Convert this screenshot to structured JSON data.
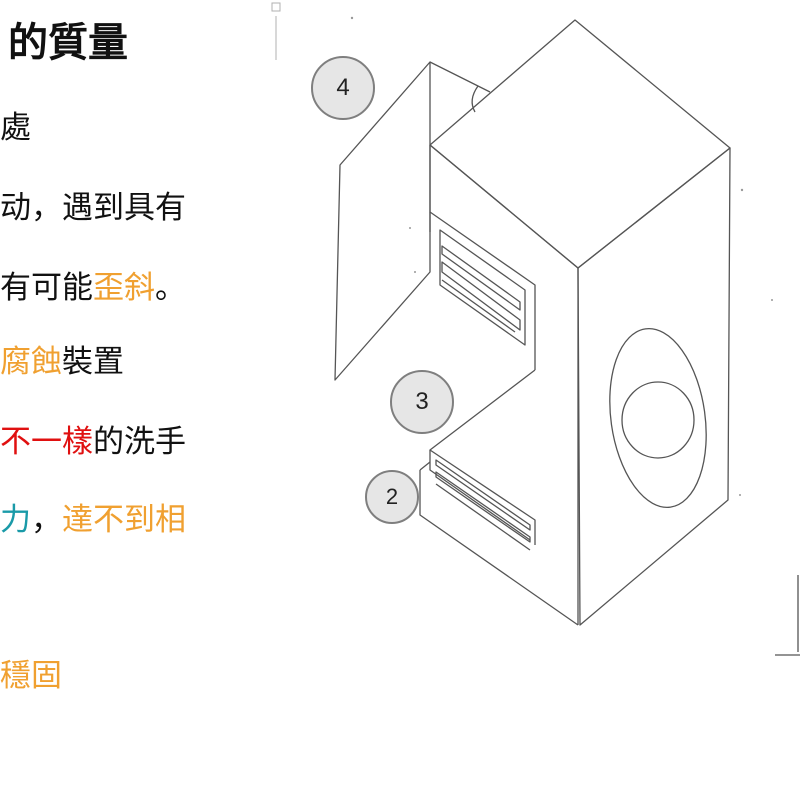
{
  "slide": {
    "title": "的質量",
    "lines": [
      [
        {
          "text": "處",
          "color": "#111111"
        }
      ],
      [
        {
          "text": "动，遇到具有",
          "color": "#111111"
        }
      ],
      [
        {
          "text": "有可能",
          "color": "#111111"
        },
        {
          "text": "歪斜",
          "color": "#f0a030"
        },
        {
          "text": "。",
          "color": "#111111"
        }
      ],
      [
        {
          "text": "腐蝕",
          "color": "#f0a030"
        },
        {
          "text": "裝置",
          "color": "#111111"
        }
      ],
      [
        {
          "text": "不一樣",
          "color": "#e01010"
        },
        {
          "text": "的洗手",
          "color": "#111111"
        }
      ],
      [
        {
          "text": "力",
          "color": "#1a9aa8"
        },
        {
          "text": "，",
          "color": "#111111"
        },
        {
          "text": "達不到相",
          "color": "#f0a030"
        }
      ],
      [
        {
          "text": "穩固",
          "color": "#f0a030"
        }
      ]
    ]
  },
  "diagram": {
    "labels": {
      "door": "4",
      "middle_shelf": "3",
      "bottom_shelf": "2"
    }
  },
  "colors": {
    "text": "#111111",
    "orange": "#f0a030",
    "red": "#e01010",
    "teal": "#1a9aa8",
    "badge_fill": "#e6e6e6",
    "badge_border": "#7f7f7f",
    "sketch_line": "#555555"
  }
}
